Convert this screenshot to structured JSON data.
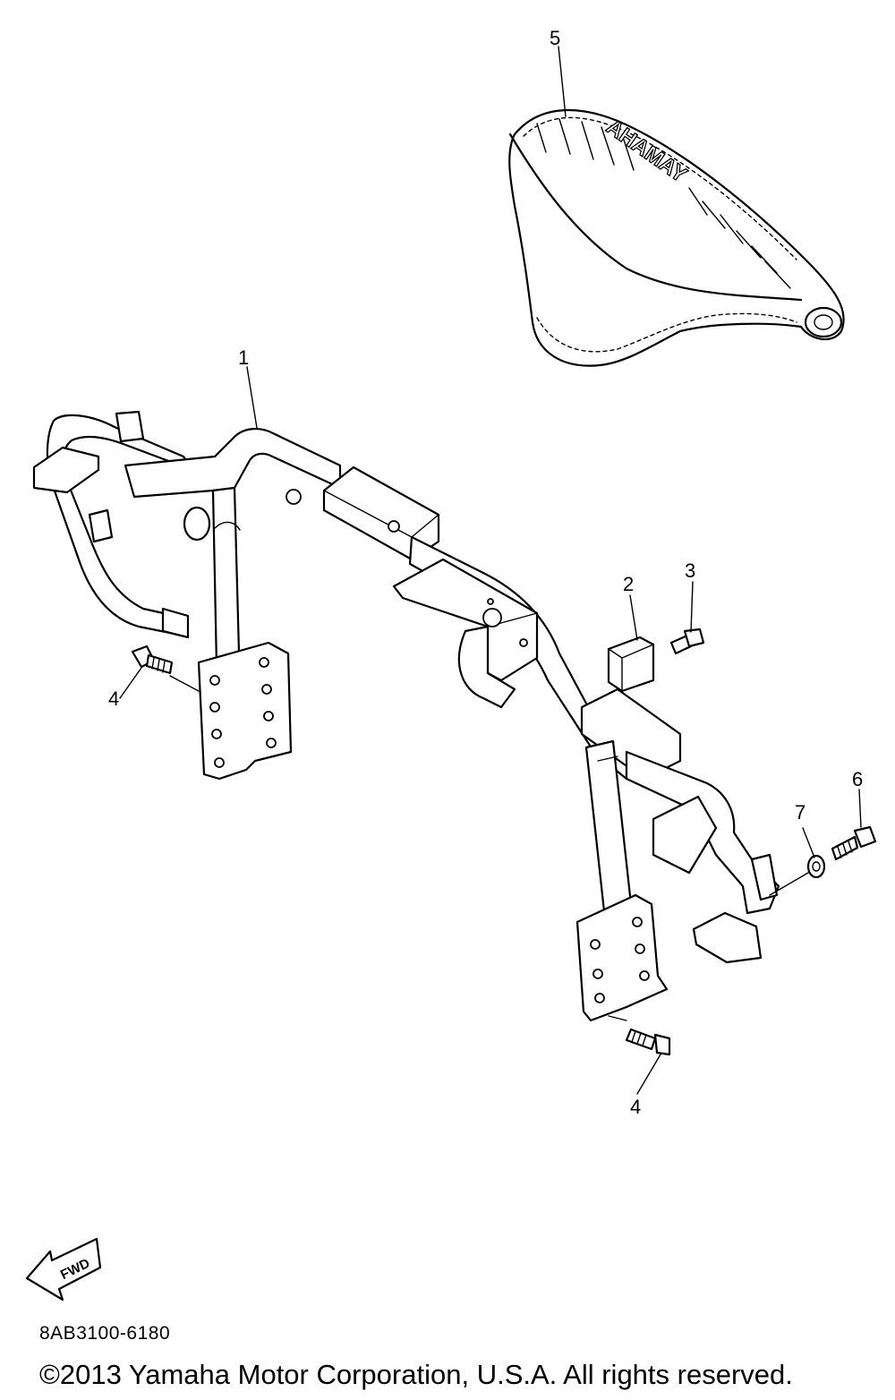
{
  "diagram": {
    "callouts": [
      {
        "id": "1",
        "label": "1"
      },
      {
        "id": "2",
        "label": "2"
      },
      {
        "id": "3",
        "label": "3"
      },
      {
        "id": "4a",
        "label": "4"
      },
      {
        "id": "4b",
        "label": "4"
      },
      {
        "id": "5",
        "label": "5"
      },
      {
        "id": "6",
        "label": "6"
      },
      {
        "id": "7",
        "label": "7"
      }
    ],
    "seat_brand_text": "YAMAHA",
    "fwd_arrow_text": "FWD",
    "drawing_code": "8AB3100-6180",
    "copyright": "©2013 Yamaha Motor Corporation, U.S.A. All rights reserved."
  }
}
